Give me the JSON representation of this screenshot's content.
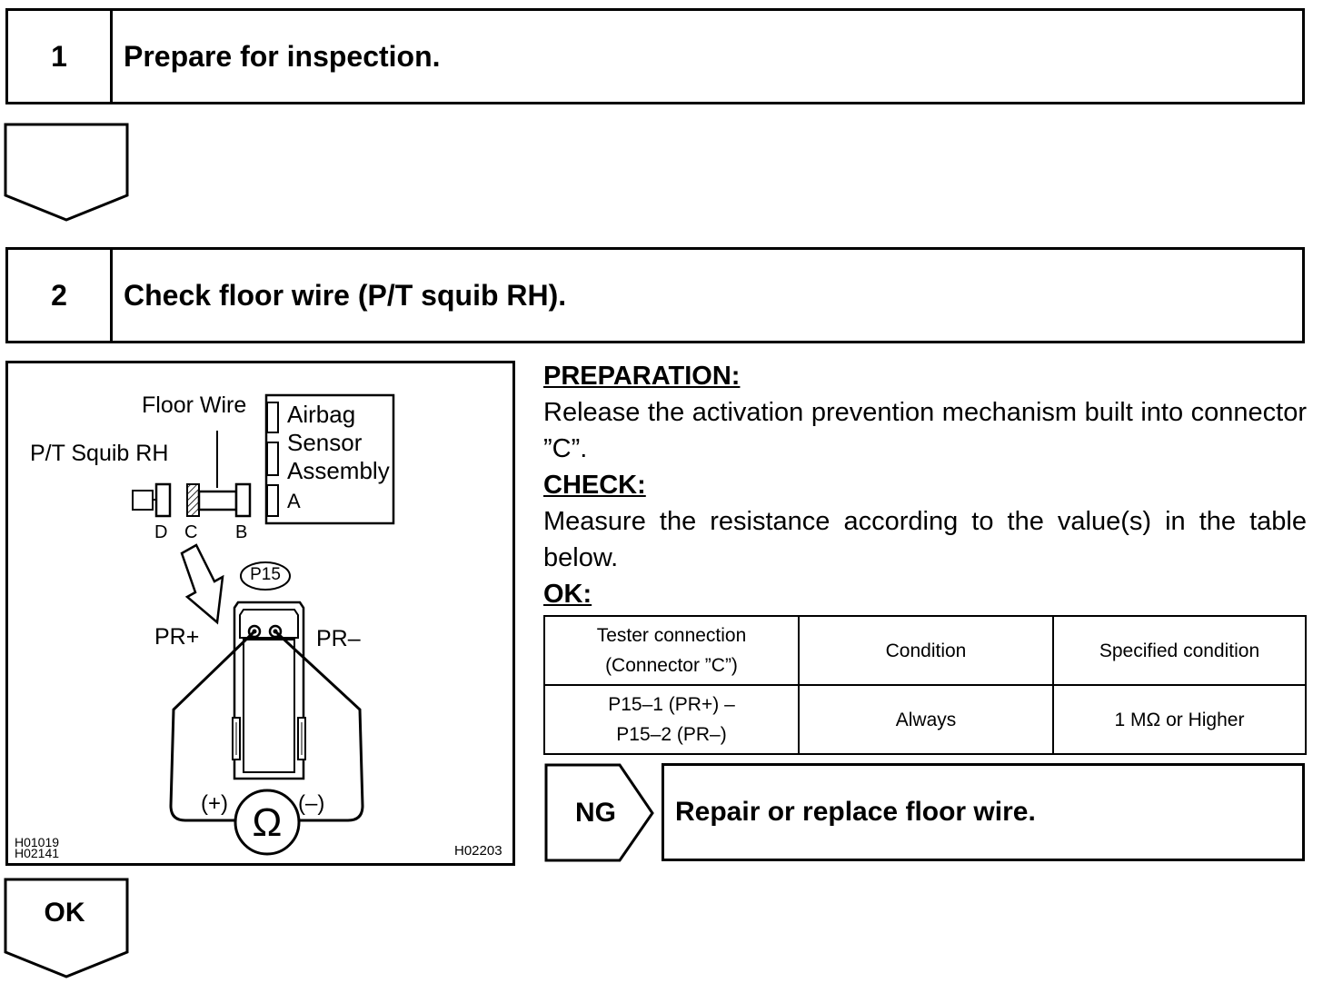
{
  "steps": [
    {
      "number": "1",
      "title": "Prepare for inspection."
    },
    {
      "number": "2",
      "title": "Check floor wire (P/T squib RH)."
    }
  ],
  "figure": {
    "floor_wire": "Floor Wire",
    "sensor_line1": "Airbag",
    "sensor_line2": "Sensor",
    "sensor_line3": "Assembly",
    "connector_a": "A",
    "squib": "P/T Squib RH",
    "label_d": "D",
    "label_c": "C",
    "label_b": "B",
    "connector_code": "P15",
    "pr_plus": "PR+",
    "pr_minus": "PR–",
    "plus": "(+)",
    "minus": "(–)",
    "ohm": "Ω",
    "code_left_1": "H01019",
    "code_left_2": "H02141",
    "code_right": "H02203"
  },
  "instructions": {
    "preparation_heading": "PREPARATION:",
    "preparation_text": "Release the activation prevention mechanism built into connector ”C”.",
    "check_heading": "CHECK:",
    "check_text": "Measure the resistance according to the value(s) in the table below.",
    "ok_heading": "OK:"
  },
  "table": {
    "headers": [
      "Tester connection (Connector ”C”)",
      "Condition",
      "Specified condition"
    ],
    "header_col1_line1": "Tester connection",
    "header_col1_line2": "(Connector ”C”)",
    "row": {
      "conn_line1": "P15–1 (PR+) –",
      "conn_line2": "P15–2 (PR–)",
      "condition": "Always",
      "specified": "1 MΩ or Higher"
    }
  },
  "ng": {
    "label": "NG",
    "action": "Repair or replace floor wire."
  },
  "ok_arrow": {
    "label": "OK"
  },
  "colors": {
    "ink": "#000000",
    "paper": "#ffffff"
  }
}
